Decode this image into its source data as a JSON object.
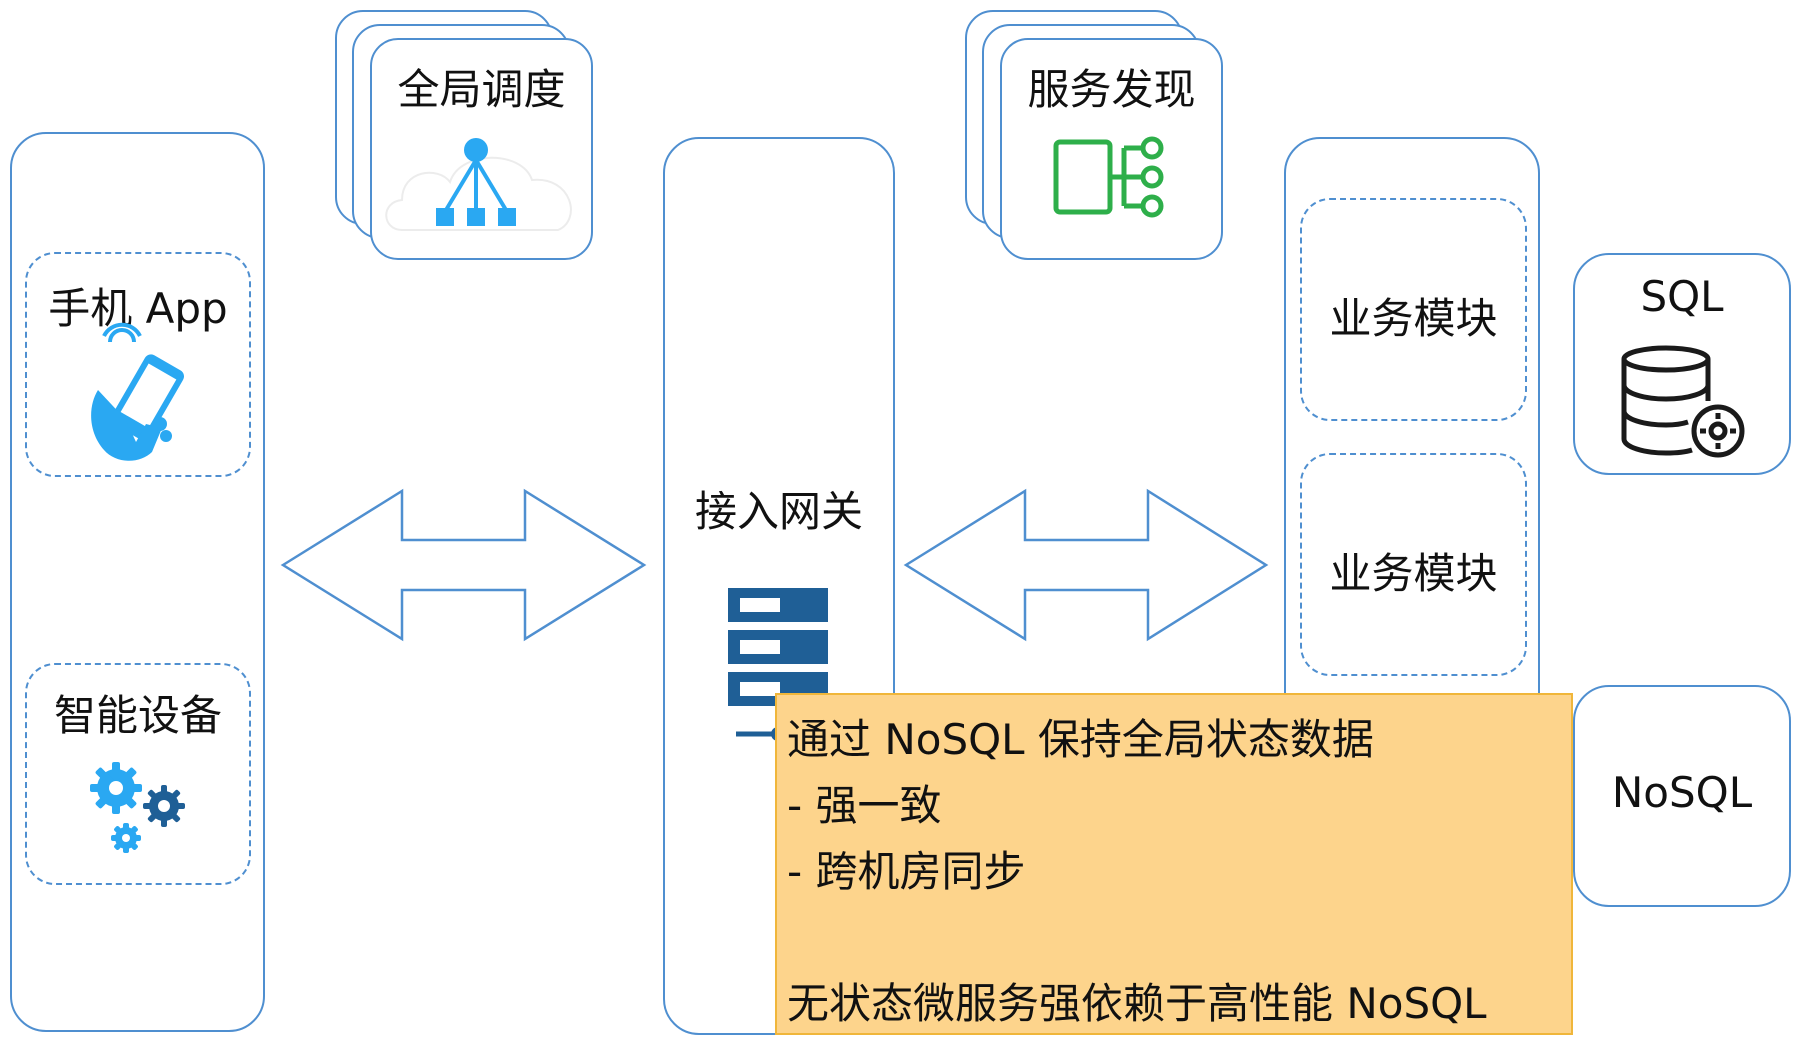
{
  "devices": {
    "phone_label": "手机 App",
    "smart_device_label": "智能设备"
  },
  "top": {
    "global_scheduling_label": "全局调度",
    "service_discovery_label": "服务发现"
  },
  "gateway": {
    "label": "接入网关"
  },
  "modules": {
    "label_1": "业务模块",
    "label_2": "业务模块"
  },
  "databases": {
    "sql_label": "SQL",
    "nosql_label": "NoSQL"
  },
  "note": {
    "line1": "通过 NoSQL 保持全局状态数据",
    "line2": "-  强一致",
    "line3": "-  跨机房同步",
    "line4": "无状态微服务强依赖于高性能 NoSQL"
  },
  "colors": {
    "border": "#4f8fd0",
    "icon_blue": "#2aa8f2",
    "server_blue": "#1f5f96",
    "discovery_green": "#2eaf4a",
    "note_fill": "#fdd48c",
    "note_border": "#f0b63a"
  }
}
